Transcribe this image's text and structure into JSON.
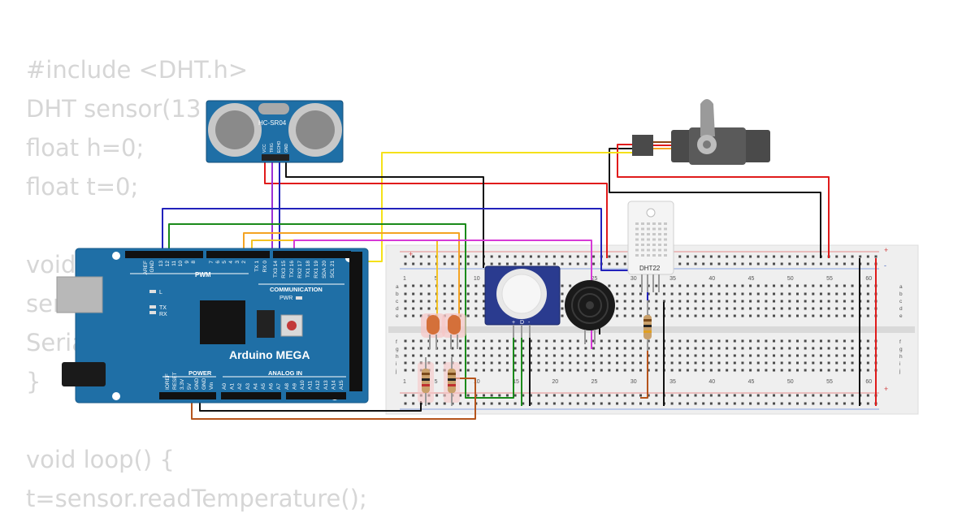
{
  "code_lines": [
    "#include <DHT.h>",
    "DHT sensor(13",
    "float h=0;",
    "float t=0;",
    "",
    "void",
    "seri",
    "Seria",
    "}",
    "",
    "void loop() {",
    "t=sensor.readTemperature();"
  ],
  "ultrasonic": {
    "label": "HC-SR04",
    "pins": [
      "VCC",
      "TRIG",
      "ECHO",
      "GND"
    ]
  },
  "arduino": {
    "name": "Arduino MEGA",
    "pwm_label": "PWM",
    "comm_label": "COMMUNICATION",
    "power_label": "POWER",
    "analog_label": "ANALOG IN",
    "led_l": "L",
    "led_tx": "TX",
    "led_rx": "RX",
    "pwr": "PWR",
    "top_pins": [
      "AREF",
      "GND",
      "13",
      "12",
      "11",
      "10",
      "9",
      "8",
      "7",
      "6",
      "5",
      "4",
      "3",
      "2",
      "TX 1",
      "RX 0",
      "TX3 14",
      "RX3 15",
      "TX2 16",
      "RX2 17",
      "TX1 18",
      "RX1 19",
      "SDA 20",
      "SCL 21"
    ],
    "power_pins": [
      "IOREF",
      "RESET",
      "3.3V",
      "5V",
      "GND",
      "GND",
      "Vin"
    ],
    "analog_pins": [
      "A0",
      "A1",
      "A2",
      "A3",
      "A4",
      "A5",
      "A6",
      "A7",
      "A8",
      "A9",
      "A10",
      "A11",
      "A12",
      "A13",
      "A14",
      "A15"
    ]
  },
  "breadboard": {
    "column_numbers": [
      "1",
      "5",
      "10",
      "15",
      "20",
      "25",
      "30",
      "35",
      "40",
      "45",
      "50",
      "55",
      "60"
    ],
    "row_letters_top": [
      "a",
      "b",
      "c",
      "d",
      "e"
    ],
    "row_letters_bottom": [
      "f",
      "g",
      "h",
      "i",
      "j"
    ],
    "rail_plus": "+",
    "rail_minus": "-"
  },
  "dht": {
    "label": "DHT22"
  },
  "pir": {
    "pins": [
      "+",
      "D",
      "-"
    ]
  },
  "colors": {
    "board": "#1f6fa6",
    "breadboard": "#efefef",
    "wire_red": "#e01b1b",
    "wire_black": "#111111",
    "wire_blue": "#2222bb",
    "wire_green": "#1a8a1a",
    "wire_yellow": "#f5e11a",
    "wire_orange": "#f4a322",
    "wire_purple": "#9b30d6",
    "wire_magenta": "#d63ad6",
    "wire_brown": "#b5541c"
  }
}
